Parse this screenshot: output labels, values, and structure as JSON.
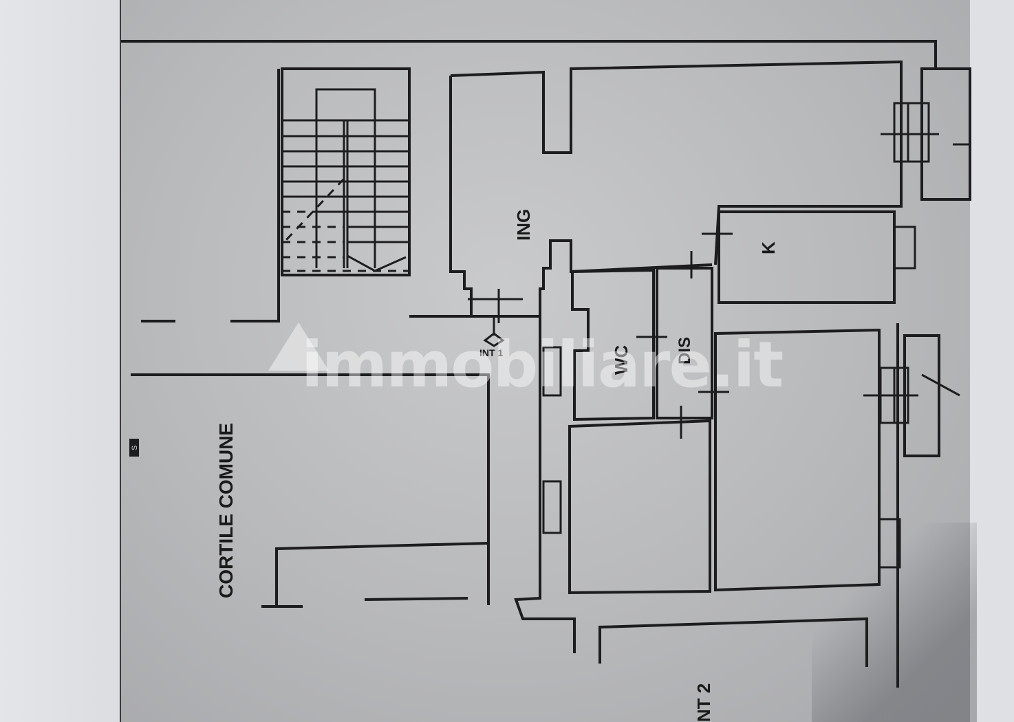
{
  "document": {
    "type": "floor plan (rotated 90° counter-clockwise)",
    "colors": {
      "paper": "#bcbdbf",
      "ink": "#1d1d1f",
      "margin": "#e0e1e4"
    }
  },
  "labels": {
    "courtyard": "CORTILE COMUNE",
    "entrance": "ING",
    "bathroom": "WC",
    "hallway": "DIS",
    "kitchen": "K",
    "unit_1": "INT 1",
    "unit_2": "NT 2",
    "margin_mark": "S"
  },
  "rooms": [
    {
      "id": "ing",
      "label": "ING"
    },
    {
      "id": "wc",
      "label": "WC"
    },
    {
      "id": "dis",
      "label": "DIS"
    },
    {
      "id": "k",
      "label": "K"
    },
    {
      "id": "room-a",
      "label": ""
    },
    {
      "id": "room-b",
      "label": ""
    }
  ],
  "watermark": {
    "text": "immobiliare.it",
    "icon": "house-icon"
  }
}
